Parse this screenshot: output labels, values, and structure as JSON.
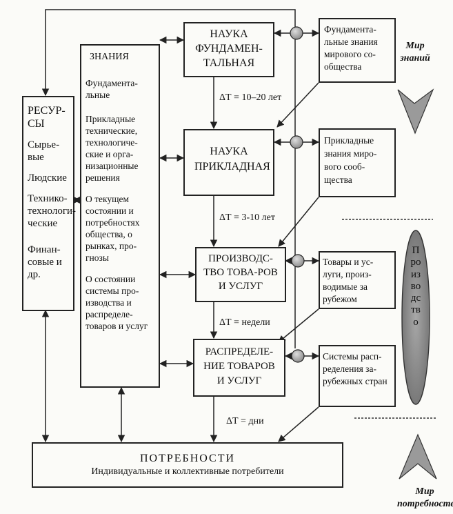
{
  "resources": {
    "title": "РЕСУР-СЫ",
    "items": [
      "Сырье-вые",
      "Людские",
      "Технико-технологи-ческие",
      "Финан-совые и др."
    ]
  },
  "knowledge": {
    "title": "ЗНАНИЯ",
    "items": [
      "Фундамента-льные",
      "Прикладные технические, технологиче-ские и орга-низационные решения",
      "О текущем состоянии и потребностях общества, о рынках, про-гнозы",
      "О состоянии системы про-изводства и распределе-товаров и услуг"
    ]
  },
  "blocks": {
    "fundamental": "НАУКА ФУНДАМЕН-ТАЛЬНАЯ",
    "applied": "НАУКА ПРИКЛАДНАЯ",
    "production": "ПРОИЗВОДС-ТВО ТОВА-РОВ И УСЛУГ",
    "distribution": "РАСПРЕДЕЛЕ-НИЕ ТОВАРОВ И УСЛУГ"
  },
  "world": {
    "fundamental": "Фундамента-льные знания мирового со-общества",
    "applied": "Прикладные знания миро-вого сооб-щества",
    "goods": "Товары и ус-луги, произ-водимые за рубежом",
    "distribution": "Системы расп-ределения за-рубежных стран"
  },
  "delays": {
    "d1": "ΔТ = 10–20 лет",
    "d2": "ΔТ = 3-10 лет",
    "d3": "ΔТ = недели",
    "d4": "ΔТ = дни"
  },
  "needs": {
    "title": "ПОТРЕБНОСТИ",
    "subtitle": "Индивидуальные и коллективные потребители"
  },
  "side": {
    "world_knowledge": "Мир знаний",
    "production_vertical": "Производство",
    "world_needs": "Мир потребностей"
  },
  "colors": {
    "line": "#222222",
    "node_fill": "#aaaaaa",
    "chevron_fill": "#9a9a9a",
    "ellipse_fill": "#8f8f8f"
  }
}
